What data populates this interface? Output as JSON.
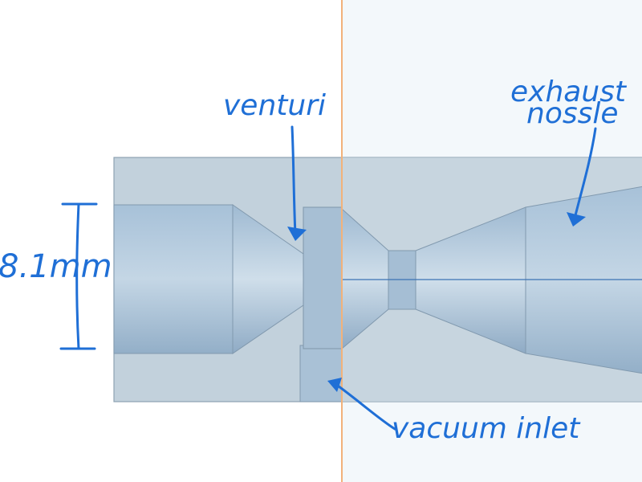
{
  "annotations": {
    "venturi": "venturi",
    "exhaust_line1": "exhaust",
    "exhaust_line2": "nossle",
    "vacuum_inlet": "vacuum inlet",
    "dimension": "8.1mm"
  },
  "colors": {
    "ink": "#1f6fd6",
    "body_fill": "#b9cad6",
    "body_stroke": "#7f95a6",
    "channel_fill": "#9db7cf",
    "channel_light": "#c9d9e6",
    "section_plane": "#f2b27a",
    "axis_line": "#3c73b4",
    "right_tint": "#eef5f9"
  },
  "icons": {
    "arrow": "arrow-head-icon"
  }
}
